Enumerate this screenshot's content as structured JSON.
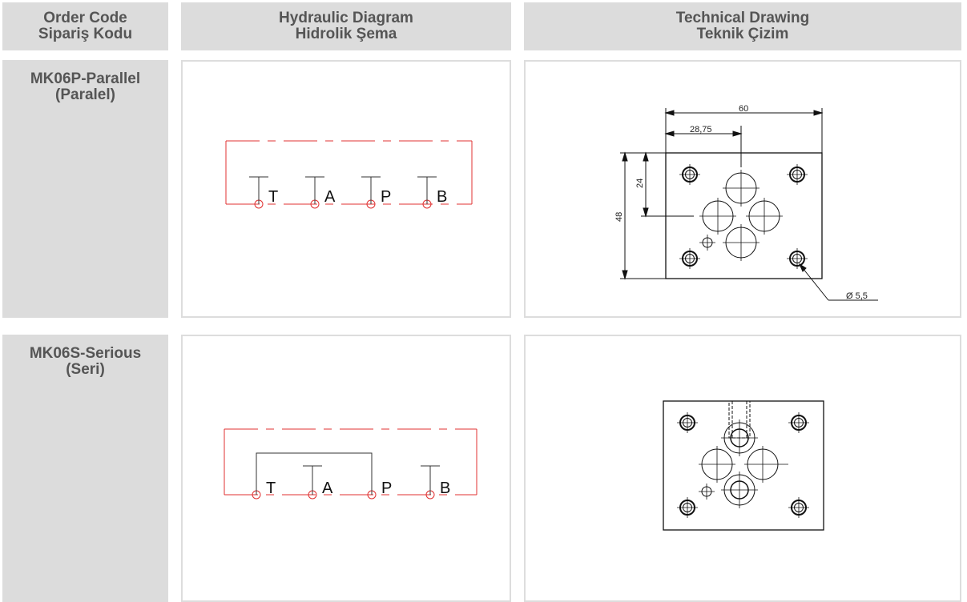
{
  "headers": {
    "order_code": [
      "Order Code",
      "Sipariş Kodu"
    ],
    "hydraulic": [
      "Hydraulic Diagram",
      "Hidrolik Şema"
    ],
    "technical": [
      "Technical Drawing",
      "Teknik Çizim"
    ]
  },
  "rows": [
    {
      "code": [
        "MK06P-Parallel",
        "(Paralel)"
      ],
      "ports": [
        "T",
        "A",
        "P",
        "B"
      ],
      "drawing": {
        "width": "60",
        "offset": "28,75",
        "height": "48",
        "half": "24",
        "hole": "Ø 5,5"
      }
    },
    {
      "code": [
        "MK06S-Serious",
        "(Seri)"
      ],
      "ports": [
        "T",
        "A",
        "P",
        "B"
      ]
    }
  ],
  "colors": {
    "header_bg": "#dcdcdc",
    "header_text": "#555555",
    "schematic_line": "#e03030"
  }
}
